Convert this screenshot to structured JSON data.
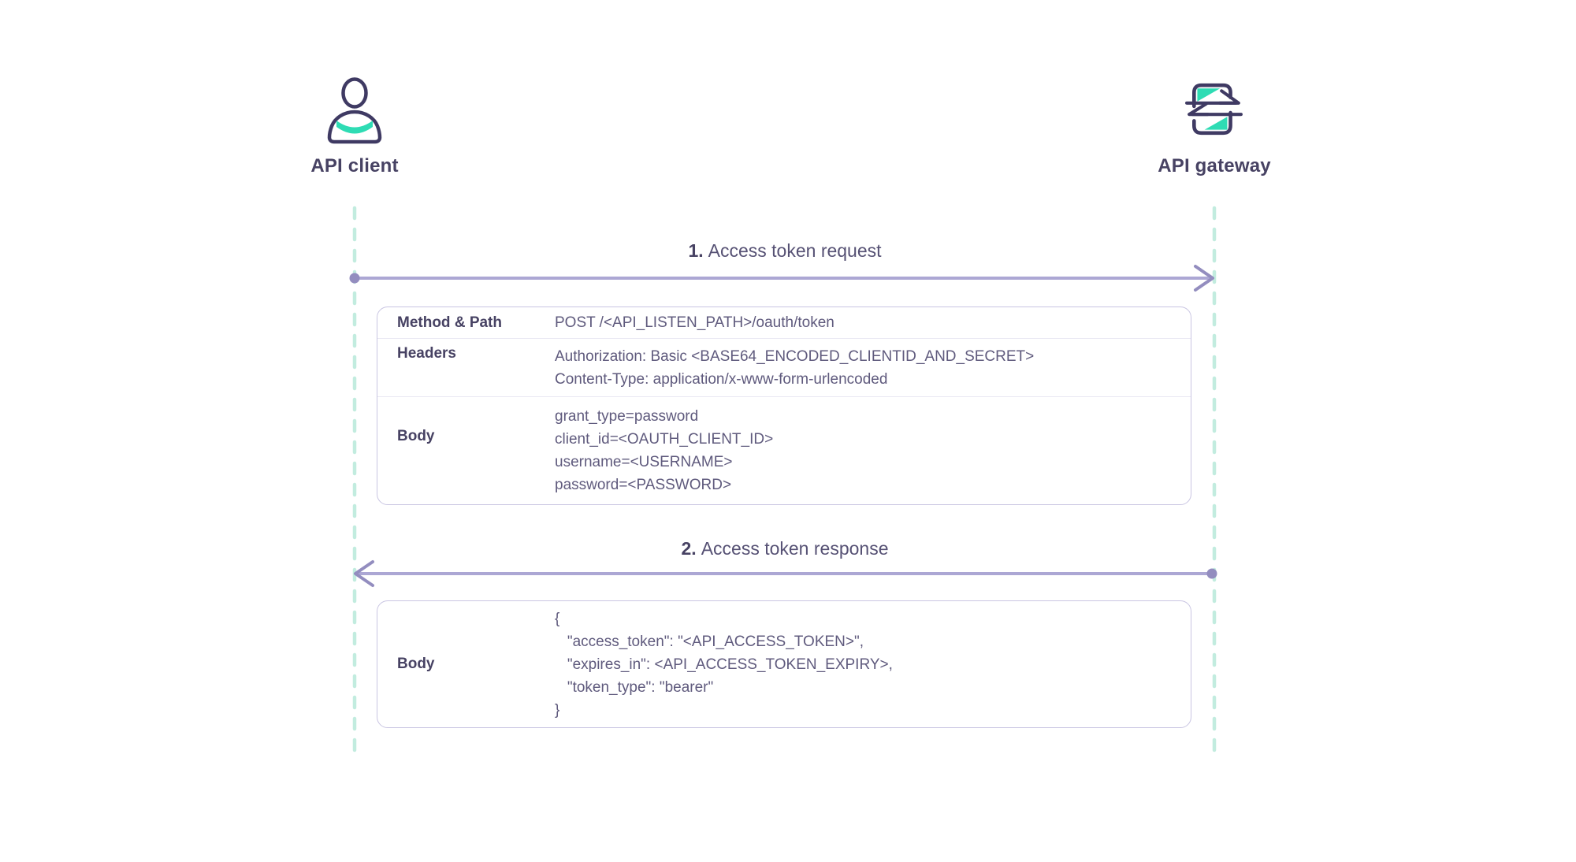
{
  "theme": {
    "accent_teal": "#2edcb4",
    "icon_ink": "#3f3a63",
    "heading_ink": "#474263",
    "value_ink": "#5f5a7d",
    "arrow_line": "#aca7d4",
    "arrow_marker": "#938dbf",
    "lifeline_mint": "#c2ecdf",
    "table_border": "#c9c5e2",
    "table_divider": "#e9e7f3"
  },
  "actors": {
    "client": {
      "label": "API client",
      "icon": "person-icon"
    },
    "gateway": {
      "label": "API gateway",
      "icon": "swap-arrows-icon"
    }
  },
  "messages": [
    {
      "number": "1.",
      "label": "Access token request",
      "direction": "left-to-right"
    },
    {
      "number": "2.",
      "label": "Access token response",
      "direction": "right-to-left"
    }
  ],
  "request_table": {
    "rows": [
      {
        "label": "Method & Path",
        "lines": [
          "POST /<API_LISTEN_PATH>/oauth/token"
        ]
      },
      {
        "label": "Headers",
        "lines": [
          "Authorization: Basic <BASE64_ENCODED_CLIENTID_AND_SECRET>",
          "Content-Type: application/x-www-form-urlencoded"
        ]
      },
      {
        "label": "Body",
        "lines": [
          "grant_type=password",
          "client_id=<OAUTH_CLIENT_ID>",
          "username=<USERNAME>",
          "password=<PASSWORD>"
        ]
      }
    ]
  },
  "response_table": {
    "rows": [
      {
        "label": "Body",
        "lines": [
          "{",
          "   \"access_token\": \"<API_ACCESS_TOKEN>\",",
          "   \"expires_in\": <API_ACCESS_TOKEN_EXPIRY>,",
          "   \"token_type\": \"bearer\"",
          "}"
        ]
      }
    ]
  }
}
